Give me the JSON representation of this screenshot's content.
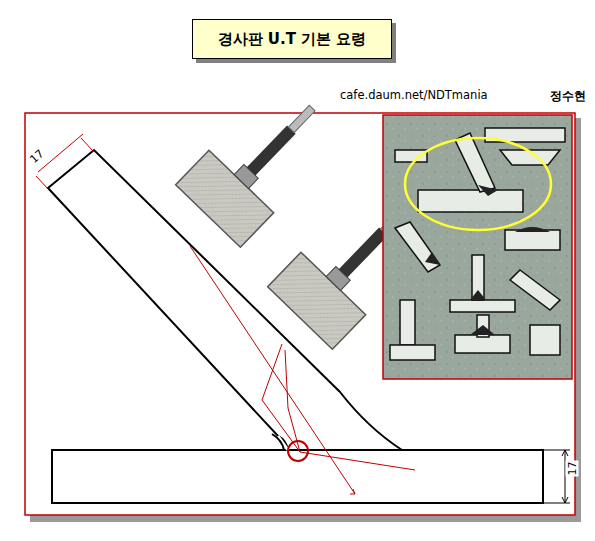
{
  "diagram": {
    "title": "경사판 U.T 기본 요령",
    "nodes": [
      {
        "text": [
          "경사판 U.T 기본 요령"
        ]
      }
    ],
    "labels": [
      "cafe.daum.net/NDTmania",
      "정수현",
      "17",
      "17"
    ]
  }
}
